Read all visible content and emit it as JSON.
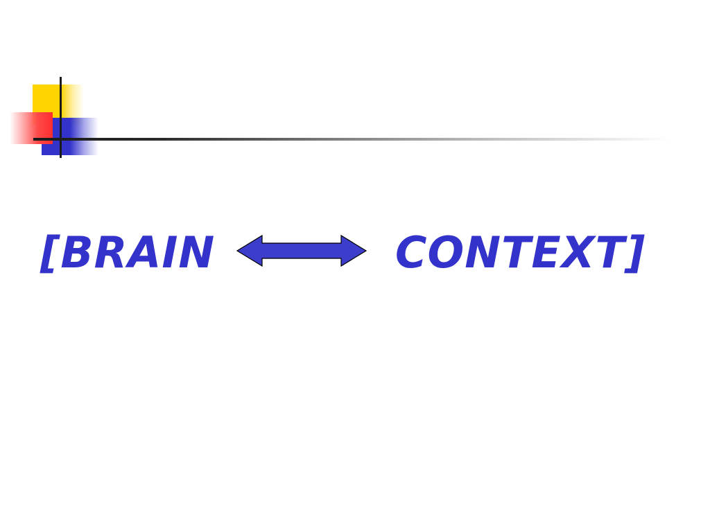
{
  "slide": {
    "left_text": "[BRAIN",
    "right_text": "CONTEXT]",
    "arrow_icon": "double-headed-arrow",
    "text_color": "#3333cc",
    "arrow_fill": "#3d3dcc",
    "decoration_colors": {
      "yellow": "#ffd400",
      "blue": "#3333cc",
      "red": "#ff2d2d",
      "line": "#1a1a1a"
    }
  }
}
